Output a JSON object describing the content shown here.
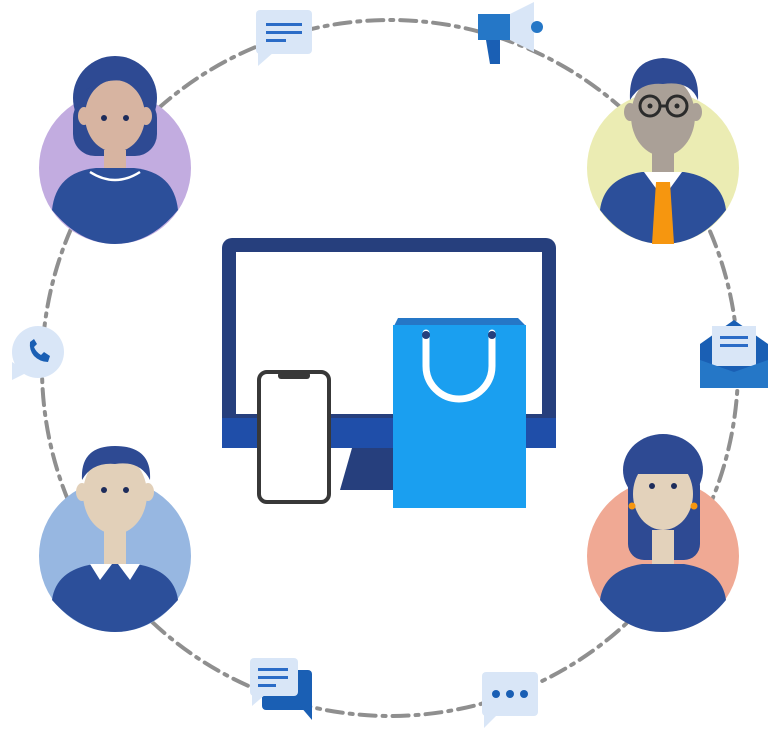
{
  "colors": {
    "ring": "#8f8f8f",
    "navy": "#2c4f9a",
    "hair": "#2e4a93",
    "bubble": "#d9e6f7",
    "bubble_line": "#2b6cc7",
    "monitor_frame": "#263f7d",
    "monitor_base": "#1f4ea9",
    "bag": "#1a9ff0",
    "bag_side": "#2577c7",
    "phone_outline": "#383838",
    "orange_tie": "#f6960f",
    "woman1_bg": "#c2ace0",
    "man1_bg": "#ebecb3",
    "man2_bg": "#97b7e1",
    "woman2_bg": "#f0a994"
  },
  "icons": [
    "chat-lines-icon",
    "megaphone-icon",
    "phone-call-icon",
    "email-envelope-icon",
    "message-reply-icon",
    "typing-dots-icon",
    "shopping-bag-icon",
    "smartphone-icon",
    "desktop-monitor-icon"
  ],
  "people": [
    "woman-with-necklace-avatar",
    "man-with-glasses-avatar",
    "young-man-avatar",
    "woman-with-earrings-avatar"
  ]
}
